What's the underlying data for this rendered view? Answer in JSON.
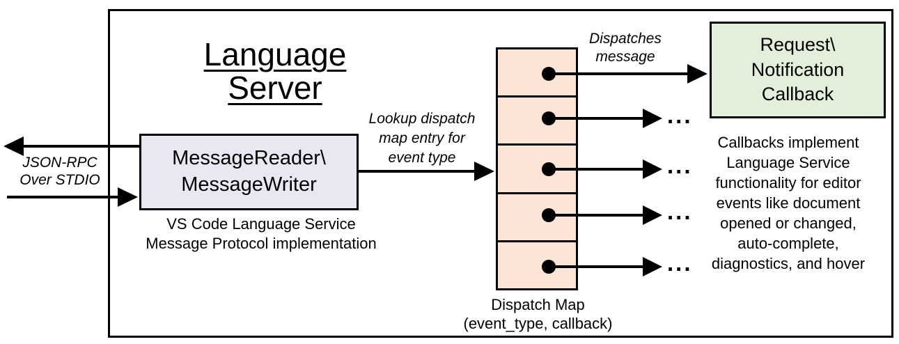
{
  "title": "Language Server",
  "io_label": "JSON-RPC\nOver STDIO",
  "message_box": {
    "label": "MessageReader\\\nMessageWriter",
    "caption": "VS Code Language Service\nMessage Protocol implementation"
  },
  "lookup_label": "Lookup dispatch\nmap entry for\nevent type",
  "dispatches_label": "Dispatches\nmessage",
  "callback_box": {
    "label": "Request\\\nNotification\nCallback"
  },
  "callbacks_note": "Callbacks implement\nLanguage Service\nfunctionality for editor\nevents like document\nopened or changed,\nauto-complete,\ndiagnostics, and hover",
  "dispatch_map": {
    "caption": "Dispatch Map\n(event_type, callback)",
    "rows": 5
  },
  "ellipsis": "...",
  "colors": {
    "message_box_fill": "#e9e8f2",
    "dispatch_map_fill": "#fce4d6",
    "callback_box_fill": "#e2efda",
    "line": "#000000"
  }
}
